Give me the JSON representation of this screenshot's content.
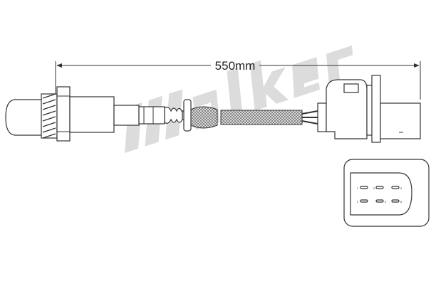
{
  "dimension": {
    "label": "550mm"
  },
  "watermark": {
    "text": "Walker",
    "color": "#d9d9d9"
  },
  "connector_face": {
    "pins": [
      "1",
      "2",
      "3",
      "4",
      "5",
      "6"
    ]
  },
  "colors": {
    "outline": "#333333",
    "braid": "#8a8a8a"
  }
}
